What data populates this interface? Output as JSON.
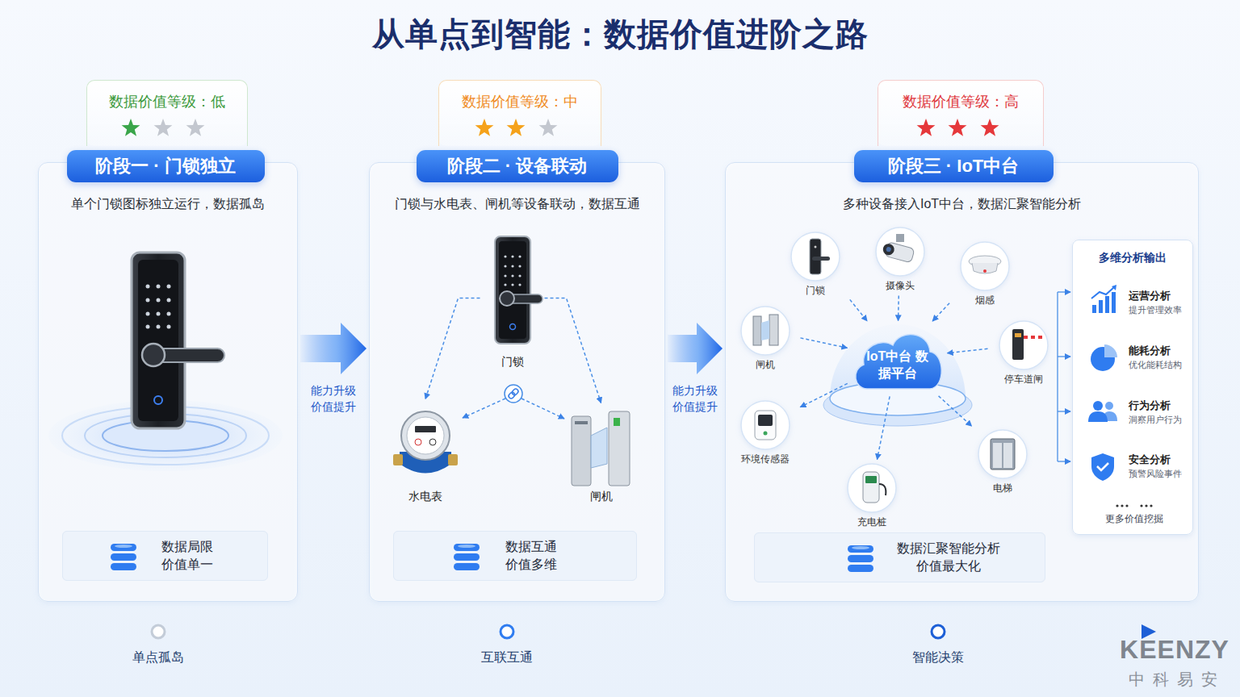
{
  "diagram": {
    "title": "从单点到智能：数据价值进阶之路",
    "nodes": [
      {
        "text": [
          "数据价值等级：低"
        ]
      },
      {
        "text": [
          "单个门锁图标独立运行，数据孤岛"
        ]
      },
      {
        "text": [
          "阶段一 · 门锁独立"
        ],
        "in": 1
      },
      {
        "text": [
          "数据局限 价值单一"
        ],
        "in": 1
      },
      {
        "text": [
          "数据价值等级：中"
        ]
      },
      {
        "text": [
          "门锁与水电表、闸机等设备联动，数据互通"
        ]
      },
      {
        "text": [
          "阶段二 · 设备联动"
        ],
        "in": 5
      },
      {
        "text": [
          "门锁"
        ],
        "in": 5
      },
      {
        "text": [
          "水电表"
        ],
        "in": 5
      },
      {
        "text": [
          "闸机"
        ],
        "in": 5
      },
      {
        "text": [
          "数据互通 价值多维"
        ],
        "in": 5
      },
      {
        "text": [
          "数据价值等级：高"
        ]
      },
      {
        "text": [
          "多种设备接入IoT中台，数据汇聚智能分析"
        ]
      },
      {
        "text": [
          "阶段三 · IoT中台"
        ],
        "in": 12
      },
      {
        "text": [
          "门锁"
        ],
        "in": 12
      },
      {
        "text": [
          "摄像头"
        ],
        "in": 12
      },
      {
        "text": [
          "烟感"
        ],
        "in": 12
      },
      {
        "text": [
          "闸机"
        ],
        "in": 12
      },
      {
        "text": [
          "IoT中台 数据平台"
        ],
        "in": 12
      },
      {
        "text": [
          "停车道闸"
        ],
        "in": 12
      },
      {
        "text": [
          "环境传感器"
        ],
        "in": 12
      },
      {
        "text": [
          "电梯"
        ],
        "in": 12
      },
      {
        "text": [
          "充电桩"
        ],
        "in": 12
      },
      {
        "text": [
          "多维分析输出"
        ],
        "in": 12
      },
      {
        "text": [
          "运营分析",
          "提升管理效率"
        ],
        "in": 23
      },
      {
        "text": [
          "能耗分析",
          "优化能耗结构"
        ],
        "in": 23
      },
      {
        "text": [
          "行为分析",
          "洞察用户行为"
        ],
        "in": 23
      },
      {
        "text": [
          "安全分析",
          "预警风险事件"
        ],
        "in": 23
      },
      {
        "text": [
          "数据汇聚智能分析 价值最大化"
        ],
        "in": 12
      }
    ],
    "edges": [
      {
        "from": 1,
        "to": 5,
        "arrow": "to",
        "label": "能力升级 价值提升"
      },
      {
        "from": 5,
        "to": 12,
        "arrow": "to",
        "label": "能力升级 价值提升"
      },
      {
        "from": 7,
        "to": 8,
        "arrow": "to"
      },
      {
        "from": 7,
        "to": 9,
        "arrow": "to"
      },
      {
        "from": 14,
        "to": 18,
        "arrow": "to"
      },
      {
        "from": 15,
        "to": 18,
        "arrow": "to"
      },
      {
        "from": 16,
        "to": 18,
        "arrow": "to"
      },
      {
        "from": 17,
        "to": 18,
        "arrow": "to"
      },
      {
        "from": 19,
        "to": 18,
        "arrow": "to"
      },
      {
        "from": 18,
        "to": 20,
        "arrow": "to"
      },
      {
        "from": 18,
        "to": 22,
        "arrow": "to"
      },
      {
        "from": 18,
        "to": 21,
        "arrow": "to"
      }
    ],
    "labels": [
      "单点孤岛",
      "互联互通",
      "智能决策",
      "更多价值挖掘",
      "KEENZY",
      "中科易安"
    ]
  }
}
